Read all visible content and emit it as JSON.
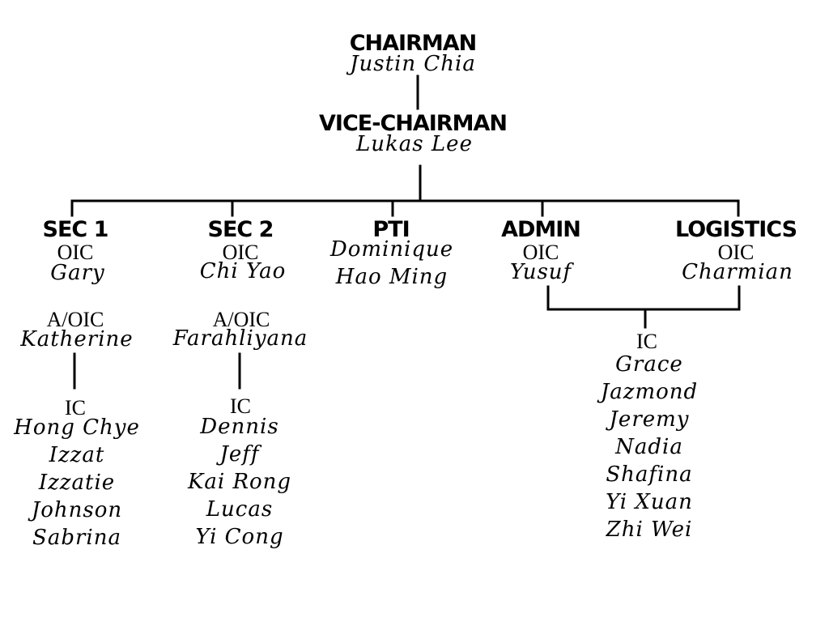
{
  "chairman": {
    "title": "CHAIRMAN",
    "name": "Justin Chia"
  },
  "vice_chairman": {
    "title": "VICE-CHAIRMAN",
    "name": "Lukas Lee"
  },
  "departments": {
    "sec1": {
      "title": "SEC 1",
      "oic_label": "OIC",
      "oic_name": "Gary",
      "aoic_label": "A/OIC",
      "aoic_name": "Katherine",
      "ic_label": "IC",
      "ic_members": [
        "Hong Chye",
        "Izzat",
        "Izzatie",
        "Johnson",
        "Sabrina"
      ]
    },
    "sec2": {
      "title": "SEC 2",
      "oic_label": "OIC",
      "oic_name": "Chi Yao",
      "aoic_label": "A/OIC",
      "aoic_name": "Farahliyana",
      "ic_label": "IC",
      "ic_members": [
        "Dennis",
        "Jeff",
        "Kai Rong",
        "Lucas",
        "Yi Cong"
      ]
    },
    "pti": {
      "title": "PTI",
      "members": [
        "Dominique",
        "Hao Ming"
      ]
    },
    "admin": {
      "title": "ADMIN",
      "oic_label": "OIC",
      "oic_name": "Yusuf"
    },
    "logistics": {
      "title": "LOGISTICS",
      "oic_label": "OIC",
      "oic_name": "Charmian"
    },
    "shared_ic": {
      "ic_label": "IC",
      "ic_members": [
        "Grace",
        "Jazmond",
        "Jeremy",
        "Nadia",
        "Shafina",
        "Yi Xuan",
        "Zhi Wei"
      ]
    }
  }
}
